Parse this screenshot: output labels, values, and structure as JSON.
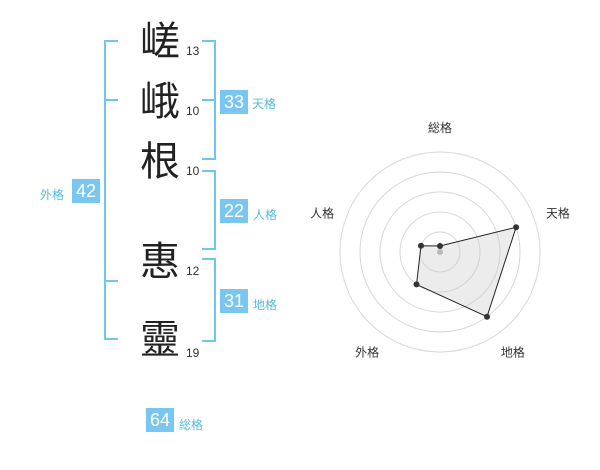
{
  "colors": {
    "accent": "#6fc6ea",
    "badge_bg": "#79c7f0"
  },
  "name": {
    "characters": [
      {
        "char": "嵯",
        "strokes": "13"
      },
      {
        "char": "峨",
        "strokes": "10"
      },
      {
        "char": "根",
        "strokes": "10"
      },
      {
        "char": "惠",
        "strokes": "12"
      },
      {
        "char": "靈",
        "strokes": "19"
      }
    ]
  },
  "kakusu": {
    "tenkaku": {
      "value": "33",
      "label": "天格"
    },
    "jinkaku": {
      "value": "22",
      "label": "人格"
    },
    "chikaku": {
      "value": "31",
      "label": "地格"
    },
    "gaikaku": {
      "value": "42",
      "label": "外格"
    },
    "soukaku": {
      "value": "64",
      "label": "総格"
    }
  },
  "chart_data": {
    "type": "radar",
    "axes": [
      "総格",
      "天格",
      "地格",
      "外格",
      "人格"
    ],
    "values": [
      0.3,
      4.0,
      4.0,
      2.0,
      1.0
    ],
    "max": 5,
    "rings": 5
  }
}
